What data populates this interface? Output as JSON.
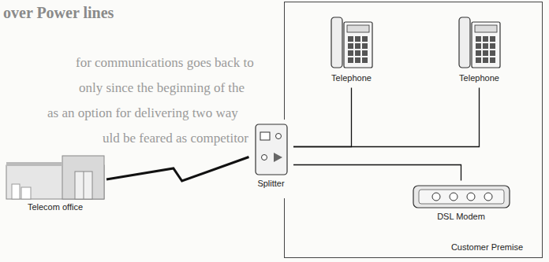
{
  "diagram": {
    "nodes": [
      {
        "text": [
          "Telecom office"
        ]
      },
      {
        "text": [
          "Customer Premise"
        ]
      },
      {
        "text": [
          "Splitter"
        ],
        "in": 1
      },
      {
        "text": [
          "Telephone"
        ],
        "in": 1
      },
      {
        "text": [
          "Telephone"
        ],
        "in": 1
      },
      {
        "text": [
          "DSL Modem"
        ],
        "in": 1
      }
    ],
    "edges": [
      {
        "from": 0,
        "to": 2,
        "arrow": "none"
      },
      {
        "from": 2,
        "to": 3,
        "arrow": "none"
      },
      {
        "from": 2,
        "to": 4,
        "arrow": "none"
      },
      {
        "from": 2,
        "to": 5,
        "arrow": "none"
      }
    ],
    "labels": [
      "over Power lines",
      "for communications goes back to",
      "only since the beginning of the",
      "as an option for delivering two way",
      "uld be feared as competitor"
    ]
  }
}
